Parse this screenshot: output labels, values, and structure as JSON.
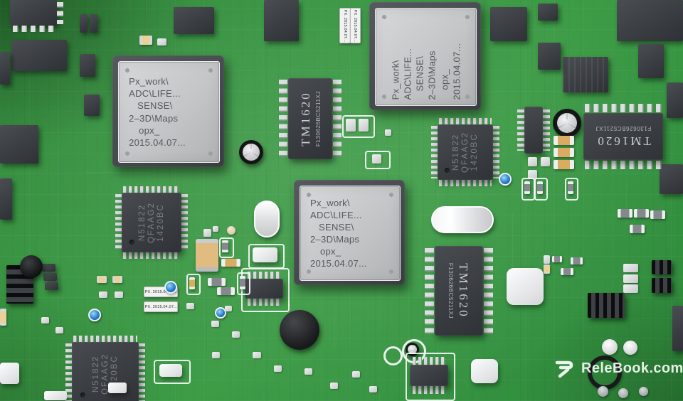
{
  "big_chip": {
    "lines": [
      "Px_work\\",
      "ADC\\LIFE...",
      "SENSE\\",
      "2–3D\\Maps",
      "opx_",
      "2015.04.07..."
    ]
  },
  "tm_chip": {
    "part": "TM1620",
    "code": "F130626BC5211XJ"
  },
  "mcu_chip": {
    "lines": [
      "N51822",
      "QFAAG2",
      "1420BC"
    ]
  },
  "stickers": {
    "px_label": "PX. 2015.04.07..."
  },
  "watermark": {
    "text": "ReleBook.com"
  },
  "colors": {
    "board_green": "#379441",
    "chip_face_gray": "#c6c8ca",
    "chip_body_dark": "#3c3f44",
    "pin_silver": "#d7d9db",
    "silkscreen_white": "#f4f6f6",
    "amber_component": "#dcab62",
    "led_blue": "#2a7fd4"
  }
}
